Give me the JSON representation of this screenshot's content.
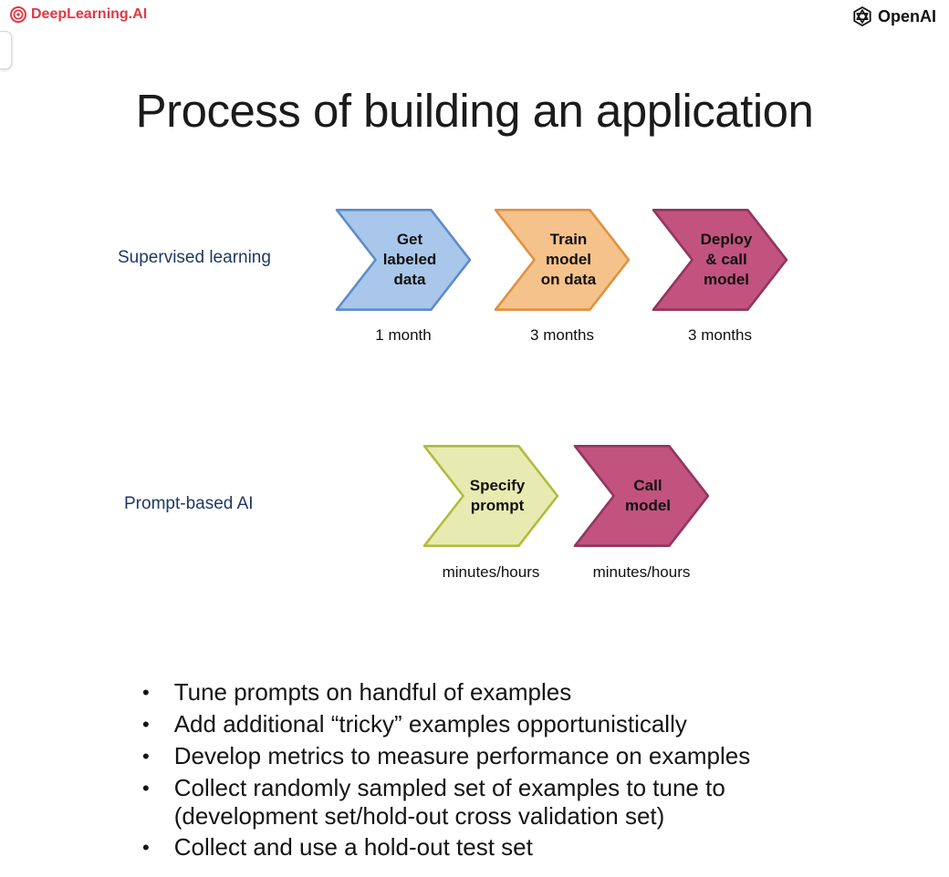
{
  "header": {
    "deeplearning_logo_text": "DeepLearning.AI",
    "openai_logo_text": "OpenAI"
  },
  "title": "Process of building an application",
  "rows": [
    {
      "label": "Supervised learning",
      "steps": [
        {
          "text": "Get\nlabeled\ndata",
          "time": "1 month",
          "color": "blue"
        },
        {
          "text": "Train\nmodel\non data",
          "time": "3 months",
          "color": "orange"
        },
        {
          "text": "Deploy\n& call\nmodel",
          "time": "3 months",
          "color": "magenta"
        }
      ]
    },
    {
      "label": "Prompt-based AI",
      "steps": [
        {
          "text": "Specify\nprompt",
          "time": "minutes/hours",
          "color": "green"
        },
        {
          "text": "Call\nmodel",
          "time": "minutes/hours",
          "color": "magenta"
        }
      ]
    }
  ],
  "bullets": [
    {
      "text": "Tune prompts on handful of examples"
    },
    {
      "text": "Add additional “tricky” examples opportunistically"
    },
    {
      "text": "Develop metrics to measure performance on examples"
    },
    {
      "text": "Collect randomly sampled set of examples to tune to\n(development set/hold-out cross validation set)"
    },
    {
      "text": "Collect and use a hold-out test set"
    }
  ],
  "colors": {
    "brand-red": "#E23744",
    "navy": "#1F3864",
    "text-dark": "#151515",
    "chev-blue-fill": "#A9C7EB",
    "chev-blue-stroke": "#5E8CC9",
    "chev-orange-fill": "#F6C28B",
    "chev-orange-stroke": "#E0913F",
    "chev-magenta-fill": "#C1537E",
    "chev-magenta-stroke": "#92355D",
    "chev-green-fill": "#E7EBB1",
    "chev-green-stroke": "#AFBC3B"
  }
}
